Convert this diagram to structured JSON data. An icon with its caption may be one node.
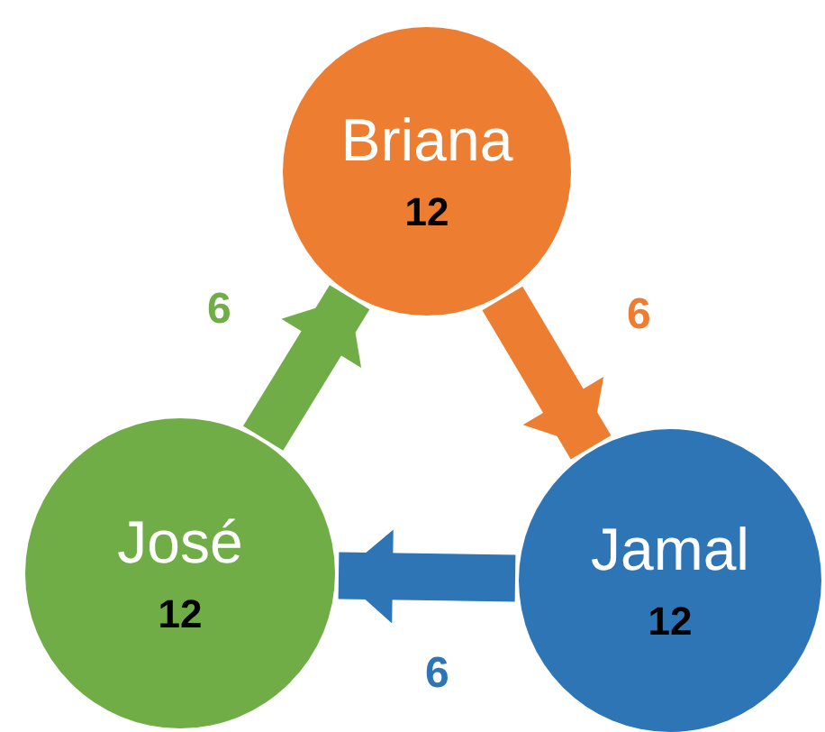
{
  "diagram": {
    "nodes": [
      {
        "text": [
          "Briana",
          "12"
        ]
      },
      {
        "text": [
          "Jamal",
          "12"
        ]
      },
      {
        "text": [
          "José",
          "12"
        ]
      }
    ],
    "edges": [
      {
        "from": 2,
        "to": 0,
        "arrow": "to",
        "label": "6",
        "color": "#70ad47"
      },
      {
        "from": 0,
        "to": 1,
        "arrow": "to",
        "label": "6",
        "color": "#ed7d31"
      },
      {
        "from": 1,
        "to": 2,
        "arrow": "to",
        "label": "6",
        "color": "#2e75b6"
      }
    ]
  }
}
